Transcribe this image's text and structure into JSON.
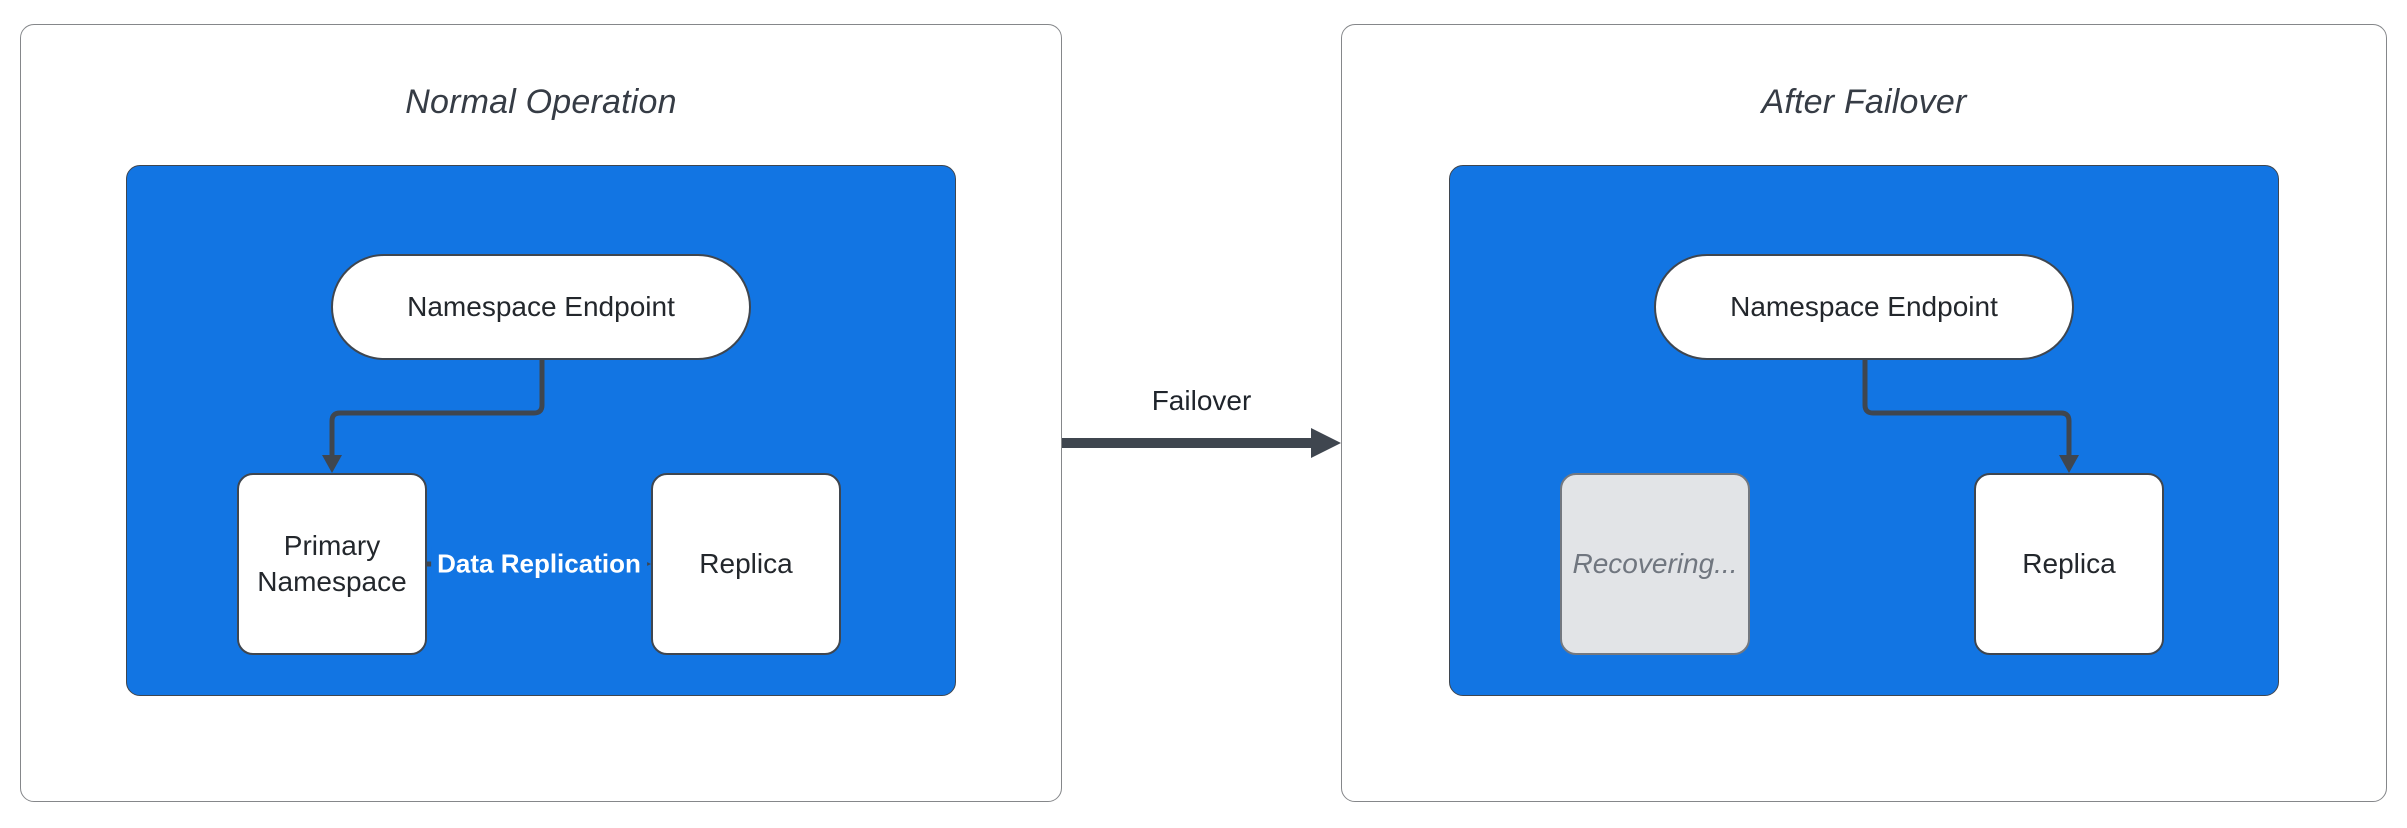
{
  "diagram": {
    "left_panel": {
      "title": "Normal Operation",
      "endpoint_label": "Namespace Endpoint",
      "primary_label": "Primary Namespace",
      "replica_label": "Replica",
      "replication_label": "Data Replication"
    },
    "right_panel": {
      "title": "After Failover",
      "endpoint_label": "Namespace Endpoint",
      "recovering_label": "Recovering...",
      "replica_label": "Replica"
    },
    "transition_label": "Failover"
  },
  "colors": {
    "cluster_blue": "#1275e3",
    "connector_dark": "#3f464f",
    "panel_border": "#85878a",
    "recovering_fill": "#e2e4e7",
    "recovering_text": "#70767f",
    "edge_label_text": "#ffffff"
  }
}
